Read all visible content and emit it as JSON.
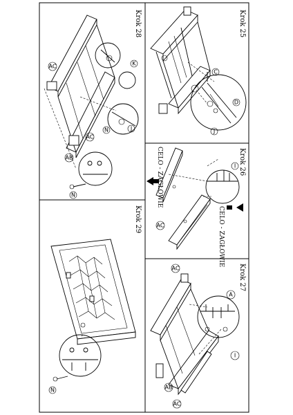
{
  "steps": {
    "krok25": {
      "title": "Krok 25",
      "callouts": [
        "C",
        "D",
        "J"
      ]
    },
    "krok26": {
      "title": "Krok 26",
      "callouts": [
        "I",
        "AC"
      ],
      "label_bottom": "CELO - ZAGŁÓWIE",
      "label_top": "CELO - ZAGŁOWIE"
    },
    "krok27": {
      "title": "Krok 27",
      "callouts": [
        "A",
        "I",
        "AC",
        "AB",
        "AC"
      ]
    },
    "krok28": {
      "title": "Krok 28",
      "callouts": [
        "AC",
        "K",
        "J",
        "N",
        "AC",
        "AB",
        "N"
      ]
    },
    "krok29": {
      "title": "Krok 29",
      "callouts": [
        "N"
      ]
    }
  }
}
